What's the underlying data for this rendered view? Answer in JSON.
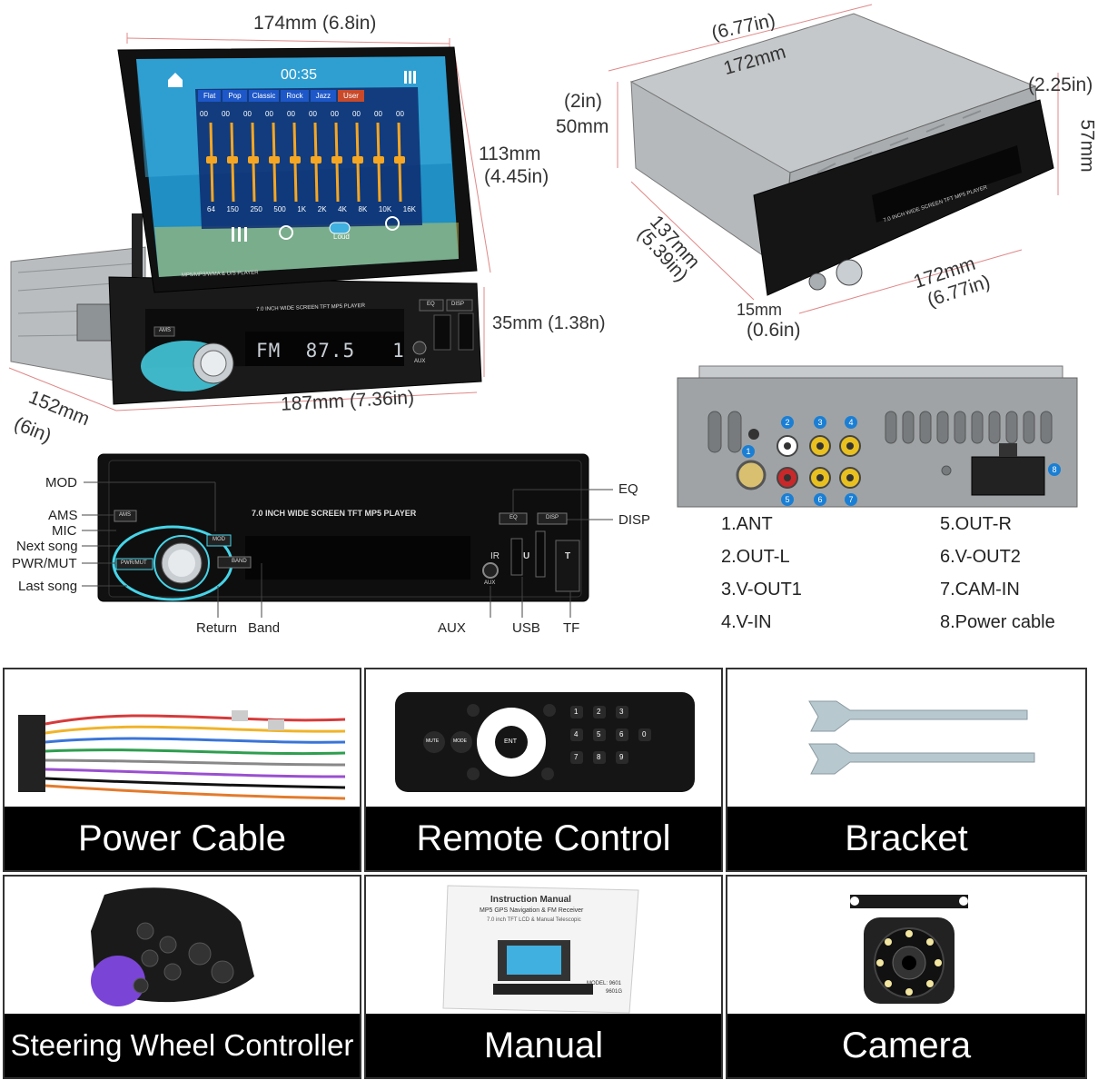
{
  "dimensions": {
    "top_width": "174mm (6.8in)",
    "screen_height_mm": "113mm",
    "screen_height_in": "(4.45in)",
    "face_height": "35mm (1.38n)",
    "face_width": "187mm (7.36in)",
    "depth_mm": "152mm",
    "depth_in": "(6in)",
    "side_top_in": "(6.77in)",
    "side_top_mm": "172mm",
    "side_height_in": "(2in)",
    "side_height_mm": "50mm",
    "side_right_in": "(2.25in)",
    "side_right_mm": "57mm",
    "side_depth_mm": "137mm",
    "side_depth_in": "(5.39in)",
    "side_front_mm": "172mm",
    "side_front_in": "(6.77in)",
    "side_lip_mm": "15mm",
    "side_lip_in": "(0.6in)"
  },
  "screen": {
    "time": "00:35",
    "presets": [
      "Flat",
      "Pop",
      "Classic",
      "Rock",
      "Jazz",
      "User"
    ],
    "eq_values": [
      "00",
      "00",
      "00",
      "00",
      "00",
      "00",
      "00",
      "00",
      "00",
      "00"
    ],
    "bands": [
      "64",
      "150",
      "250",
      "500",
      "1K",
      "2K",
      "4K",
      "8K",
      "10K",
      "16K"
    ],
    "loud_label": "Loud",
    "player_label": "MP5/MP3/WMA & U/S PLAYER",
    "faceplate_title": "7.0 INCH WIDE SCREEN TFT MP5 PLAYER",
    "eq_button": "EQ",
    "disp_button": "DISP",
    "ams_button": "AMS",
    "aux_label": "AUX",
    "display_text": "FM  87.5   1",
    "side_unit_label": "7.0 INCH WIDE SCREEN TFT MP5 PLAYER"
  },
  "front_panel": {
    "title": "7.0 INCH WIDE SCREEN TFT  MP5  PLAYER",
    "eq_key": "EQ",
    "disp_key": "DISP",
    "ams_key": "AMS",
    "mod_key": "MOD",
    "pwr_key": "PWR/MUT",
    "band_key": "BAND",
    "aux_port": "AUX",
    "ir_label": "IR",
    "usb_port": "U",
    "tf_port": "T"
  },
  "callouts": {
    "mod": "MOD",
    "ams": "AMS",
    "mic": "MIC",
    "next_song": "Next song",
    "pwr_mut": "PWR/MUT",
    "last_song": "Last song",
    "return": "Return",
    "band": "Band",
    "eq": "EQ",
    "disp": "DISP",
    "aux": "AUX",
    "usb": "USB",
    "tf": "TF"
  },
  "rear_ports": [
    {
      "num": "1",
      "name": "1.ANT"
    },
    {
      "num": "2",
      "name": "2.OUT-L"
    },
    {
      "num": "3",
      "name": "3.V-OUT1"
    },
    {
      "num": "4",
      "name": "4.V-IN"
    },
    {
      "num": "5",
      "name": "5.OUT-R"
    },
    {
      "num": "6",
      "name": "6.V-OUT2"
    },
    {
      "num": "7",
      "name": "7.CAM-IN"
    },
    {
      "num": "8",
      "name": "8.Power cable"
    }
  ],
  "accessories": [
    {
      "name": "Power Cable"
    },
    {
      "name": "Remote Control"
    },
    {
      "name": "Bracket"
    },
    {
      "name": "Steering Wheel Controller"
    },
    {
      "name": "Manual"
    },
    {
      "name": "Camera"
    }
  ],
  "remote": {
    "keys": [
      "1",
      "2",
      "3",
      "4",
      "5",
      "6",
      "7",
      "8",
      "9",
      "0"
    ],
    "mute": "MUTE",
    "mode": "MODE",
    "center": "ENT"
  },
  "manual": {
    "title": "Instruction Manual",
    "subtitle": "MP5 GPS Navigation & FM Receiver",
    "subtitle2": "7.0 inch TFT LCD & Manual Telescopic",
    "model": "MODEL: 9601",
    "model2": "9601G"
  },
  "colors": {
    "screen_bg": "#1f8fc4",
    "eq_slider": "#f5a623",
    "accent_blue": "#1a7fd4",
    "port_yellow": "#e8c020",
    "port_red": "#c8282a",
    "knob_glow": "#46d4e8"
  }
}
